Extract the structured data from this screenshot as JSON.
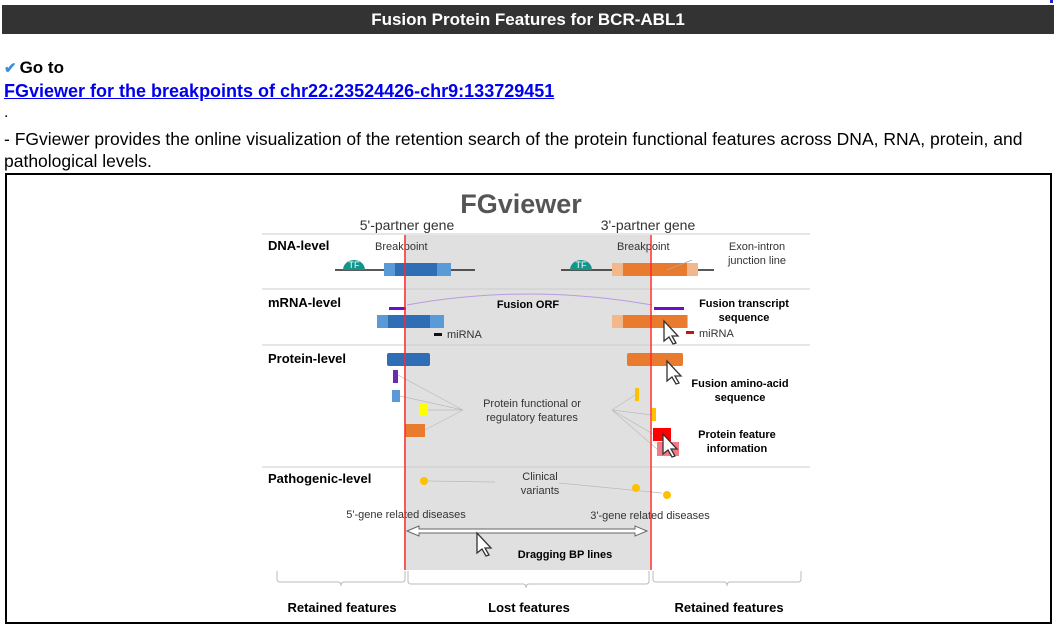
{
  "page": {
    "title": "Fusion Protein Features for BCR-ABL1",
    "goto_label": "Go to",
    "check_icon": "checkmark-icon",
    "link_text": "FGviewer for the breakpoints of chr22:23524426-chr9:133729451",
    "separator": ".",
    "description": "- FGviewer provides the online visualization of the retention search of the protein functional features across DNA, RNA, protein, and pathological levels."
  },
  "figure": {
    "title": "FGviewer",
    "partner_5": "5'-partner gene",
    "partner_3": "3'-partner gene",
    "levels": [
      "DNA-level",
      "mRNA-level",
      "Protein-level",
      "Pathogenic-level"
    ],
    "breakpoint_label": "Breakpoint",
    "tf_label": "TF",
    "exon_intron_label": [
      "Exon-intron",
      "junction line"
    ],
    "fusion_orf": "Fusion ORF",
    "fusion_transcript": [
      "Fusion transcript",
      "sequence"
    ],
    "mirna": "miRNA",
    "protein_features": [
      "Protein functional or",
      "regulatory features"
    ],
    "fusion_aa": [
      "Fusion amino-acid",
      "sequence"
    ],
    "protein_info": [
      "Protein feature",
      "information"
    ],
    "clinical": [
      "Clinical",
      "variants"
    ],
    "disease_5": "5'-gene related diseases",
    "disease_3": "3'-gene related diseases",
    "dragging": "Dragging BP lines",
    "retained_left": "Retained features",
    "lost": "Lost features",
    "retained_right": "Retained features",
    "colors": {
      "breakpoint": "#ff2a2a",
      "blue_gene": "#2f6db5",
      "orange_gene": "#e97b2e",
      "shade": "#e0e0e0",
      "tf": "#14948a"
    }
  }
}
